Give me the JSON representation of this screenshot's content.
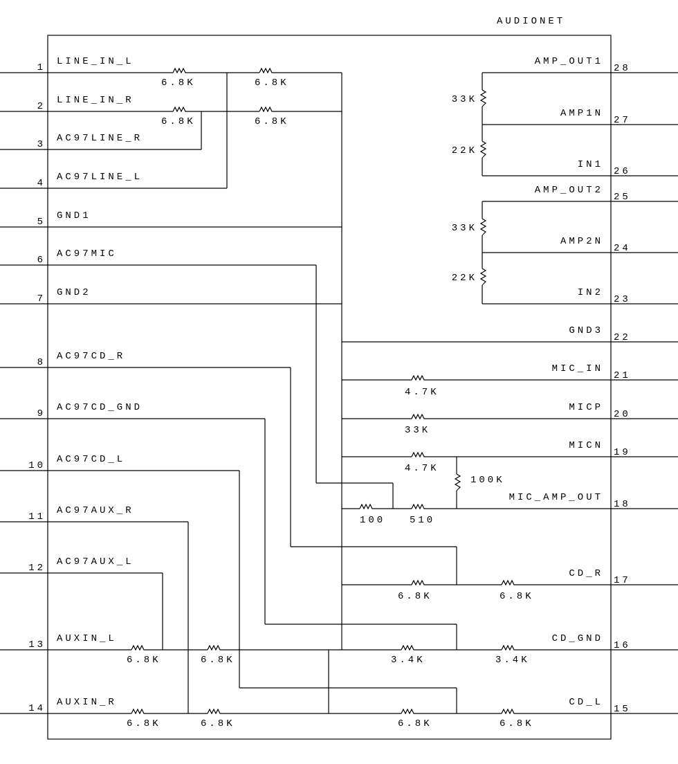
{
  "title": "AUDIONET",
  "left_pins": [
    {
      "number": "1",
      "label": "LINE_IN_L"
    },
    {
      "number": "2",
      "label": "LINE_IN_R"
    },
    {
      "number": "3",
      "label": "AC97LINE_R"
    },
    {
      "number": "4",
      "label": "AC97LINE_L"
    },
    {
      "number": "5",
      "label": "GND1"
    },
    {
      "number": "6",
      "label": "AC97MIC"
    },
    {
      "number": "7",
      "label": "GND2"
    },
    {
      "number": "8",
      "label": "AC97CD_R"
    },
    {
      "number": "9",
      "label": "AC97CD_GND"
    },
    {
      "number": "10",
      "label": "AC97CD_L"
    },
    {
      "number": "11",
      "label": "AC97AUX_R"
    },
    {
      "number": "12",
      "label": "AC97AUX_L"
    },
    {
      "number": "13",
      "label": "AUXIN_L"
    },
    {
      "number": "14",
      "label": "AUXIN_R"
    }
  ],
  "right_pins": [
    {
      "number": "28",
      "label": "AMP_OUT1"
    },
    {
      "number": "27",
      "label": "AMP1N"
    },
    {
      "number": "26",
      "label": "IN1"
    },
    {
      "number": "25",
      "label": "AMP_OUT2"
    },
    {
      "number": "24",
      "label": "AMP2N"
    },
    {
      "number": "23",
      "label": "IN2"
    },
    {
      "number": "22",
      "label": "GND3"
    },
    {
      "number": "21",
      "label": "MIC_IN"
    },
    {
      "number": "20",
      "label": "MICP"
    },
    {
      "number": "19",
      "label": "MICN"
    },
    {
      "number": "18",
      "label": "MIC_AMP_OUT"
    },
    {
      "number": "17",
      "label": "CD_R"
    },
    {
      "number": "16",
      "label": "CD_GND"
    },
    {
      "number": "15",
      "label": "CD_L"
    }
  ],
  "resistors": [
    "6.8K",
    "6.8K",
    "6.8K",
    "6.8K",
    "33K",
    "22K",
    "33K",
    "22K",
    "4.7K",
    "33K",
    "4.7K",
    "100K",
    "100",
    "510",
    "6.8K",
    "6.8K",
    "6.8K",
    "6.8K",
    "3.4K",
    "3.4K",
    "6.8K",
    "6.8K",
    "6.8K",
    "6.8K"
  ]
}
